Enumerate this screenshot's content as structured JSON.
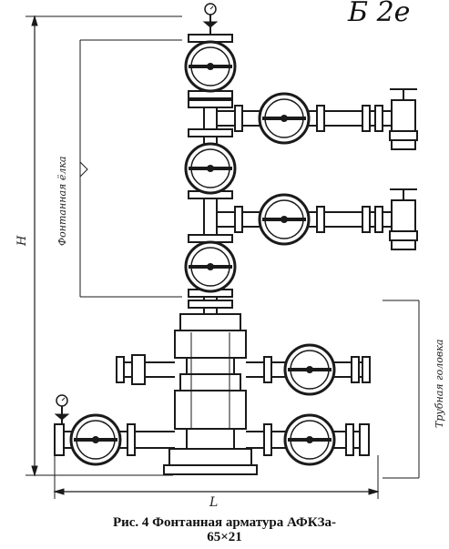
{
  "corner_note": "Б 2е",
  "caption": {
    "line1": "Рис. 4  Фонтанная арматура АФКЗа-",
    "line2": "65×21"
  },
  "labels": {
    "height": "H",
    "length": "L",
    "upper_section": "Фонтанная ёлка",
    "lower_section": "Трубная головка"
  },
  "colors": {
    "ink": "#1a1a1a"
  }
}
